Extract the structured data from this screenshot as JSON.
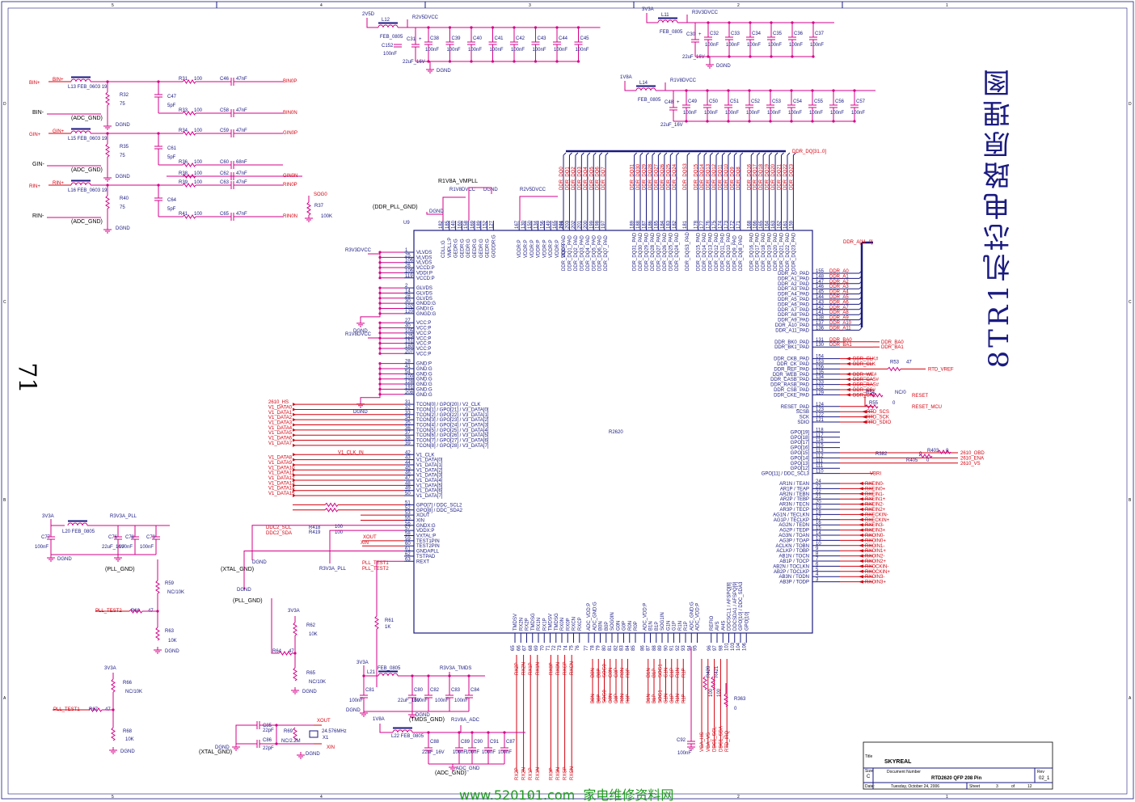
{
  "chip": {
    "ref": "U9",
    "name": "R2620"
  },
  "title_cn": "8TR1机芯电路原理图",
  "page_num": "71",
  "watermark": "www.520101.com  家电维修资料网",
  "titleblock": {
    "title_label": "Title",
    "title": "SKYREAL",
    "size_label": "Size",
    "size": "C",
    "docnum_label": "Document Number",
    "docnum": "RTD2620 QFP 208 Pin",
    "rev_label": "Rev",
    "rev": "02_1",
    "date_label": "Date:",
    "date": "Tuesday, October 24, 2006",
    "sheet_label": "Sheet",
    "sheet": "3",
    "of_label": "of",
    "of": "12"
  },
  "border_cols": [
    "5",
    "4",
    "3",
    "2",
    "1"
  ],
  "border_rows": [
    "D",
    "C",
    "B",
    "A"
  ],
  "left_pins": [
    [
      "1",
      "VLVDS"
    ],
    [
      "25",
      "VLVDS"
    ],
    [
      "106",
      "VLVDS"
    ],
    [
      "26",
      "VCCD:P"
    ],
    [
      "106",
      "VDDI:P"
    ],
    [
      "119",
      "VCCD:P"
    ],
    [
      "2",
      "GLVDS"
    ],
    [
      "14",
      "GLVDS"
    ],
    [
      "28",
      "GLVDS"
    ],
    [
      "30",
      "GNDD:G"
    ],
    [
      "102",
      "GNDI:G"
    ],
    [
      "120",
      "GNGD:G"
    ],
    [
      "27",
      "VCC:P"
    ],
    [
      "40",
      "VCC:P"
    ],
    [
      "105",
      "VCC:P"
    ],
    [
      "125",
      "VCC:P"
    ],
    [
      "151",
      "VCC:P"
    ],
    [
      "180",
      "VCC:P"
    ],
    [
      "207",
      "VCC:P"
    ],
    [
      "28",
      "GND:P"
    ],
    [
      "41",
      "GND:G"
    ],
    [
      "54",
      "GND:G"
    ],
    [
      "100",
      "GND:G"
    ],
    [
      "128",
      "GND:G"
    ],
    [
      "191",
      "GND:G"
    ],
    [
      "208",
      "GND:G"
    ],
    [
      "31",
      "TCON[0] / GPO[20] / V2_CLK"
    ],
    [
      "32",
      "TCON[1] / GPO[21] / V3_DATA[0]"
    ],
    [
      "33",
      "TCON[2] / GPO[22] / V3_DATA[1]"
    ],
    [
      "34",
      "TCON[3] / GPO[23] / V3_DATA[2]"
    ],
    [
      "35",
      "TCON[4] / GPO[24] / V3_DATA[3]"
    ],
    [
      "36",
      "TCON[5] / GPO[25] / V3_DATA[4]"
    ],
    [
      "37",
      "TCON[6] / GPO[26] / V3_DATA[5]"
    ],
    [
      "38",
      "TCON[7] / GPO[27] / V3_DATA[6]"
    ],
    [
      "39",
      "TCON[8] / GPO[28] / V3_DATA[7]"
    ],
    [
      "42",
      "V1_CLK"
    ],
    [
      "43",
      "V1_DATA[0]"
    ],
    [
      "44",
      "V1_DATA[1]"
    ],
    [
      "45",
      "V1_DATA[2]"
    ],
    [
      "46",
      "V1_DATA[3]"
    ],
    [
      "47",
      "V1_DATA[4]"
    ],
    [
      "48",
      "V1_DATA[5]"
    ],
    [
      "49",
      "V1_DATA[6]"
    ],
    [
      "50",
      "V1_DATA[7]"
    ],
    [
      "51",
      "GPO[7] / DDC_SCL2"
    ],
    [
      "52",
      "GPO[8] / DDC_SDA2"
    ],
    [
      "53",
      "XOUT"
    ],
    [
      "55",
      "XIN"
    ],
    [
      "56",
      "GNDX:G"
    ],
    [
      "57",
      "VDDX:P"
    ],
    [
      "58",
      "VXTAL:P"
    ],
    [
      "59",
      "TEST1PIN"
    ],
    [
      "60",
      "TEST2PIN"
    ],
    [
      "61",
      "GNDAPLL"
    ],
    [
      "62",
      "TSTPAD"
    ],
    [
      "63",
      "REXT"
    ]
  ],
  "left_nets": [
    [
      "2610_HS",
      31
    ],
    [
      "V1_DATA0",
      32
    ],
    [
      "V1_DATA1",
      33
    ],
    [
      "V1_DATA2",
      34
    ],
    [
      "V1_DATA3",
      35
    ],
    [
      "V1_DATA4",
      36
    ],
    [
      "V1_DATA5",
      37
    ],
    [
      "V1_DATA6",
      38
    ],
    [
      "V1_DATA7",
      39
    ],
    [
      "V1_CLK_IN",
      42
    ],
    [
      "V1_DATA8",
      43
    ],
    [
      "V1_DATA9",
      44
    ],
    [
      "V1_DATA10",
      45
    ],
    [
      "V1_DATA11",
      46
    ],
    [
      "V1_DATA12",
      47
    ],
    [
      "V1_DATA13",
      48
    ],
    [
      "V1_DATA14",
      49
    ],
    [
      "V1_DATA15",
      50
    ]
  ],
  "right_pins": [
    [
      "DDR_A0_PAD",
      "155",
      "DDR_A0"
    ],
    [
      "DDR_A1_PAD",
      "148",
      "DDR_A1"
    ],
    [
      "DDR_A2_PAD",
      "147",
      "DDR_A2"
    ],
    [
      "DDR_A3_PAD",
      "146",
      "DDR_A3"
    ],
    [
      "DDR_A4_PAD",
      "145",
      "DDR_A4"
    ],
    [
      "DDR_A5_PAD",
      "144",
      "DDR_A5"
    ],
    [
      "DDR_A6_PAD",
      "143",
      "DDR_A6"
    ],
    [
      "DDR_A7_PAD",
      "142",
      "DDR_A7"
    ],
    [
      "DDR_A8_PAD",
      "141",
      "DDR_A8"
    ],
    [
      "DDR_A9_PAD",
      "138",
      "DDR_A9"
    ],
    [
      "DDR_A10_PAD",
      "137",
      "DDR_A10"
    ],
    [
      "DDR_A11_PAD",
      "136",
      "DDR_A11"
    ],
    [
      "DDR_BK0_PAD",
      "131",
      "DDR_BA0"
    ],
    [
      "DDR_BK1_PAD",
      "130",
      "DDR_BA1"
    ],
    [
      "DDR_CKB_PAD",
      "154",
      "DDR_CLK#"
    ],
    [
      "DDR_CK_PAD",
      "153",
      "DDR_CLK"
    ],
    [
      "DDR_REF_PAD",
      "156",
      ""
    ],
    [
      "DDR_WEB_PAD",
      "135",
      "DDR_WE#"
    ],
    [
      "DDR_CASB_PAD",
      "134",
      "DDR_CAS#"
    ],
    [
      "DDR_RASB_PAD",
      "133",
      "DDR_RAS#"
    ],
    [
      "DDR_CSB_PAD",
      "132",
      "DDR_CS#"
    ],
    [
      "DDR_CKE_PAD",
      "129",
      "DDR_CKE"
    ],
    [
      "RESET_PAD",
      "124",
      "RESET"
    ],
    [
      "SCSB",
      "123",
      "RTD_SCS"
    ],
    [
      "SCK",
      "122",
      "RTD_SCK"
    ],
    [
      "SDIO",
      "121",
      "RTD_SDIO"
    ],
    [
      "GPO[19]",
      "118",
      ""
    ],
    [
      "GPO[18]",
      "117",
      ""
    ],
    [
      "GPO[17]",
      "116",
      ""
    ],
    [
      "GPO[16]",
      "115",
      ""
    ],
    [
      "GPO[15]",
      "113",
      "2610_OBD"
    ],
    [
      "GPO[14]",
      "112",
      "2610_ENA"
    ],
    [
      "GPO[13]",
      "111",
      "2610_VS"
    ],
    [
      "GPO[12]",
      "111",
      ""
    ],
    [
      "GPO[11] / DDC_SCL3",
      "110",
      "VBRI"
    ],
    [
      "AR1N / TEAN",
      "24",
      "RXEIN0-"
    ],
    [
      "AR1P / TEAP",
      "23",
      "RXEIN0+"
    ],
    [
      "AR2N / TEBN",
      "22",
      "RXEIN1-"
    ],
    [
      "AR2P / TEBP",
      "21",
      "RXEIN1+"
    ],
    [
      "AR3N / TECN",
      "20",
      "RXEIN2-"
    ],
    [
      "AR3P / TECP",
      "19",
      "RXEIN2+"
    ],
    [
      "AG1N / TECLKN",
      "18",
      "RXECKIN-"
    ],
    [
      "AG1P / TECLKP",
      "17",
      "RXECKIN+"
    ],
    [
      "AG2N / TEDN",
      "16",
      "RXEIN3-"
    ],
    [
      "AG2P / TEDP",
      "15",
      "RXEIN3+"
    ],
    [
      "AG3N / TOAN",
      "14",
      "RXOIN0-"
    ],
    [
      "AG3P / TOAP",
      "13",
      "RXOIN0+"
    ],
    [
      "ACLKN / TOBN",
      "10",
      "RXOIN1-"
    ],
    [
      "ACLKP / TOBP",
      "9",
      "RXOIN1+"
    ],
    [
      "AB1N / TOCN",
      "8",
      "RXOIN2-"
    ],
    [
      "AB1P / TOCP",
      "7",
      "RXOIN2+"
    ],
    [
      "AB2N / TOCLKN",
      "6",
      "RXOCKIN-"
    ],
    [
      "AB2P / TOCLKP",
      "5",
      "RXOCKIN+"
    ],
    [
      "AB3N / TODN",
      "4",
      "RXOIN3-"
    ],
    [
      "AB3P / TODP",
      "3",
      "RXOIN3+"
    ]
  ],
  "top_left_pins": [
    "CDLL:G",
    "VMPLL:P",
    "GEDR:G",
    "GEDR:G",
    "GEDR:G",
    "GEDR:G",
    "GEDR:G",
    "GEDR:G",
    "GODDR:G",
    "VDDR:P",
    "VDDR:P",
    "VDDR:P",
    "VDDR:P",
    "VDDR:P",
    "VDDR:P",
    "VDDR:P",
    "VDDR"
  ],
  "top_left_nums": [
    "182",
    "185",
    "140",
    "160",
    "158",
    "169",
    "189",
    "152",
    "127",
    "167",
    "130",
    "150",
    "134",
    "156",
    "149",
    "165",
    "141"
  ],
  "top_ddr_pins": [
    "DDR_DQ0_PAD",
    "DDR_DQ1_PAD",
    "DDR_DQ2_PAD",
    "DDR_DQ3_PAD",
    "DDR_DQ4_PAD",
    "DDR_DQ5_PAD",
    "DDR_DQ6_PAD",
    "DDR_DQ7_PAD",
    "DDR_DQ31_PAD",
    "DDR_DQ30_PAD",
    "DDR_DQ29_PAD",
    "DDR_DQ28_PAD",
    "DDR_DQ27_PAD",
    "DDR_DQ26_PAD",
    "DDR_DQ25_PAD",
    "DDR_DQ24_PAD",
    "DDR_DQS3_PAD",
    "DDR_DQ15_PAD",
    "DDR_DQ14_PAD",
    "DDR_DQ13_PAD",
    "DDR_DQ12_PAD",
    "DDR_DQ11_PAD",
    "DDR_DQ10_PAD",
    "DDR_DQ9_PAD",
    "DDR_DQ8_PAD",
    "DDR_DQ16_PAD",
    "DDR_DQ17_PAD",
    "DDR_DQ18_PAD",
    "DDR_DQ19_PAD",
    "DDR_DQ20_PAD",
    "DDR_DQ21_PAD",
    "DDR_DQ22_PAD",
    "DDR_DQ23_PAD"
  ],
  "top_ddr_nets": [
    "DDR_DQ0",
    "DDR_DQ1",
    "DDR_DQ2",
    "DDR_DQ3",
    "DDR_DQ4",
    "DDR_DQ5",
    "DDR_DQ6",
    "DDR_DQ7",
    "DDR_DQ31",
    "DDR_DQ30",
    "DDR_DQ29",
    "DDR_DQ28",
    "DDR_DQ27",
    "DDR_DQ26",
    "DDR_DQ25",
    "DDR_DQ24",
    "DDR_DQS3",
    "DDR_DQ15",
    "DDR_DQ14",
    "DDR_DQ13",
    "DDR_DQ12",
    "DDR_DQ11",
    "DDR_DQ10",
    "DDR_DQ9",
    "DDR_DQ8",
    "DDR_DQ16",
    "DDR_DQ17",
    "DDR_DQ18",
    "DDR_DQ19",
    "DDR_DQ20",
    "DDR_DQ21",
    "DDR_DQ22",
    "DDR_DQ23"
  ],
  "top_ddr_nums": [
    "204",
    "203",
    "202",
    "201",
    "200",
    "199",
    "198",
    "197",
    "189",
    "188",
    "187",
    "186",
    "185",
    "184",
    "183",
    "182",
    "181",
    "178",
    "177",
    "176",
    "175",
    "174",
    "173",
    "172",
    "171",
    "168",
    "166",
    "165",
    "164",
    "163",
    "162",
    "161",
    "159"
  ],
  "bottom_pins": [
    "TMDSV",
    "RX2N",
    "RX2P",
    "TMDSG",
    "RX1N",
    "RX1P",
    "TMDSV",
    "TMDSG",
    "RX0N",
    "RX0P",
    "RXCN",
    "RXCP",
    "ADC_VDD:P",
    "ADC_GND:G",
    "B0N",
    "B0P",
    "SOG0IN",
    "G0N",
    "G0P",
    "R0N",
    "R0P",
    "ADC_VDD:P",
    "B1N",
    "B1P",
    "SOG1IN",
    "G1N",
    "G1P",
    "R1N",
    "R1P",
    "ADC_GND:G",
    "ADC_VDD:P",
    "REFIO",
    "AVS",
    "AHS",
    "DDCSCL1 / AFSPQ[8]",
    "DDCSDA1 / AFSPQ[9]",
    "GPO[10] / DDC_SDA3",
    "GPO[10]"
  ],
  "bottom_nums": [
    "65",
    "66",
    "67",
    "68",
    "69",
    "70",
    "71",
    "72",
    "73",
    "74",
    "75",
    "76",
    "77",
    "78",
    "79",
    "80",
    "81",
    "82",
    "83",
    "84",
    "85",
    "86",
    "87",
    "88",
    "89",
    "90",
    "91",
    "92",
    "93",
    "94",
    "95",
    "96",
    "97",
    "98",
    "101",
    "103",
    "104",
    "106"
  ],
  "bottom_nets": [
    "RX2P",
    "RX2N",
    "RX1P",
    "RX1N",
    "RX0P",
    "RX0N",
    "RXCP",
    "RXCN",
    "B0N",
    "B0P",
    "SOG0",
    "G0N",
    "G0P",
    "R0N",
    "R0P",
    "B1N",
    "B1P",
    "SOG1",
    "G1N",
    "G1P",
    "R1N",
    "R1P",
    "VGA_HS",
    "VGA_VS",
    "DDC1_SCL",
    "DDC1_SDA",
    "RTD_IRQ"
  ],
  "left_circuit": [
    {
      "net_in": "BIN+",
      "l": "L13",
      "lval": "FEB_0603 19",
      "r1": "R31",
      "r1v": "100",
      "c1": "C46",
      "c1v": "47nF",
      "out": "BIN0P",
      "r2": "R32",
      "r2v": "75",
      "c2": "C47",
      "c2v": "5pF",
      "r3": "R33",
      "r3v": "100",
      "c3": "C58",
      "c3v": "47nF",
      "out2": "BIN0N",
      "ret": "BIN-",
      "gnd": "ADC_GND"
    },
    {
      "net_in": "GIN+",
      "l": "L15",
      "lval": "FEB_0603 19",
      "r1": "R34",
      "r1v": "100",
      "c1": "C59",
      "c1v": "47nF",
      "out": "GIN0P",
      "r2": "R35",
      "r2v": "75",
      "c2": "C61",
      "c2v": "5pF",
      "r3": "R36",
      "r3v": "100",
      "c3": "C60",
      "c3v": "68nF",
      "out2": "SOG0",
      "r4": "R37",
      "r4v": "100K",
      "r5": "R38",
      "r5v": "100",
      "c4": "C62",
      "c4v": "47nF",
      "out3": "GIN0N",
      "ret": "GIN-",
      "gnd": "ADC_GND"
    },
    {
      "net_in": "RIN+",
      "l": "L16",
      "lval": "FEB_0603 19",
      "r1": "R39",
      "r1v": "100",
      "c1": "C63",
      "c1v": "47nF",
      "out": "RIN0P",
      "r2": "R40",
      "r2v": "75",
      "c2": "C64",
      "c2v": "5pF",
      "r3": "R41",
      "r3v": "100",
      "c3": "C65",
      "c3v": "47nF",
      "out2": "RIN0N",
      "ret": "RIN-",
      "gnd": "ADC_GND"
    }
  ],
  "power": {
    "p2v5": {
      "src": "2V5D",
      "l": "L12",
      "lv": "FEB_0805",
      "net": "R2V5DVCC",
      "c0": "C152",
      "c0v": "100nF",
      "ce": "C31",
      "cev": "22uF_16V",
      "caps": [
        "C38",
        "C39",
        "C40",
        "C41",
        "C42",
        "C43",
        "C44",
        "C45"
      ],
      "capv": "100nF",
      "gnd": "DGND"
    },
    "p3v3": {
      "src": "3V3A",
      "l": "L11",
      "lv": "FEB_0805",
      "net": "R3V3DVCC",
      "ce": "C30",
      "cev": "22uF_16V",
      "caps": [
        "C32",
        "C33",
        "C34",
        "C35",
        "C36",
        "C37"
      ],
      "capv": "100nF",
      "gnd": "DGND"
    },
    "p1v8": {
      "src": "1V8A",
      "l": "L14",
      "lv": "FEB_0805",
      "net": "R1V8DVCC",
      "ce": "C48",
      "cev": "22uF_16V",
      "caps": [
        "C49",
        "C50",
        "C51",
        "C52",
        "C53",
        "C54",
        "C55",
        "C56",
        "C57"
      ],
      "capv": "100nF"
    }
  },
  "misc": {
    "ddr_bus": "DDR_DQ[31..0]",
    "ddr_a_bus": "DDR_A[11..0]",
    "r53": "R53",
    "r53v": "47",
    "rtd_vref": "RTD_VREF",
    "r54": "R54",
    "r54v": "NC/0",
    "reset_out": "RESET",
    "r55": "R55",
    "r55v": "0",
    "reset_mcu": "RESET_MCU",
    "r382": "R382",
    "r382v": "0",
    "r403": "R403",
    "r403v": "0",
    "r405": "R405",
    "r405v": "0",
    "r1v8a_vmpll": "R1V8A_VMPLL",
    "r1v8dvcc": "R1V8DVCC",
    "r2v5dvcc": "R2V5DVCC",
    "r3v3dvcc": "R3V3DVCC",
    "dgnd": "DGND",
    "ddr_pll_gnd": "DDR_PLL_GND",
    "pll": {
      "src": "3V3A",
      "l": "L20",
      "lv": "FEB_0805",
      "net": "R3V3A_PLL",
      "c77": "C77",
      "c77v": "100nF",
      "c76": "C76",
      "c76v": "22uF_16V",
      "c78": "C78",
      "c78v": "100nF",
      "c79": "C79",
      "c79v": "100nF",
      "gnd": "DGND",
      "pll_gnd": "PLL_GND"
    },
    "ddc2_scl": "DDC2_SCL",
    "ddc2_sda": "DDC2_SDA",
    "r418": "R418",
    "r418v": "100",
    "r419": "R419",
    "r419v": "100",
    "xout": "XOUT",
    "xin": "XIN",
    "pll_test1": "PLL_TEST1",
    "pll_test2": "PLL_TEST2",
    "xtal_gnd": "XTAL_GND",
    "r3v3a_pll": "R3V3A_PLL",
    "r59": "R59",
    "r59v": "NC/10K",
    "r60": "R60",
    "r60v": "47",
    "r63": "R63",
    "r63v": "10K",
    "r61": "R61",
    "r61v": "1K",
    "r62": "R62",
    "r62v": "10K",
    "r64": "R64",
    "r64v": "47",
    "r65": "R65",
    "r65v": "NC/10K",
    "r66": "R66",
    "r66v": "NC/10K",
    "r67": "R67",
    "r67v": "47",
    "r68": "R68",
    "r68v": "10K",
    "v3v3a": "3V3A",
    "tmds": {
      "src": "3V3A",
      "l": "L21",
      "lv": "FEB_0805",
      "net": "R3V3A_TMDS",
      "c81": "C81",
      "c81v": "100nF",
      "c80": "C80",
      "c80v": "22uF_16V",
      "c82": "C82",
      "c82v": "100nF",
      "c83": "C83",
      "c83v": "100nF",
      "c84": "C84",
      "c84v": "100nF",
      "gnd": "DGND",
      "tgnd": "TMDS_GND"
    },
    "adc": {
      "src": "1V8A",
      "l": "L22",
      "lv": "FEB_0805",
      "net": "R1V8A_ADC",
      "c88": "C88",
      "c88v": "22uF_16V",
      "caps": [
        "C89",
        "C90",
        "C91",
        "C87"
      ],
      "capv": "100nF",
      "gnd": "ADC_GND"
    },
    "xtal": {
      "c85": "C85",
      "c85v": "22pF",
      "c86": "C86",
      "c86v": "22pF",
      "r69": "R69",
      "r69v": "NC/2.2M",
      "x1": "X1",
      "x1v": "24.576MHz",
      "gnd": "DGND",
      "xgnd": "XTAL_GND"
    },
    "c92": "C92",
    "c92v": "100nF",
    "r363": "R363",
    "r363v": "0",
    "r420": "R420",
    "r420v": "100",
    "r421": "R421",
    "r421v": "100"
  }
}
